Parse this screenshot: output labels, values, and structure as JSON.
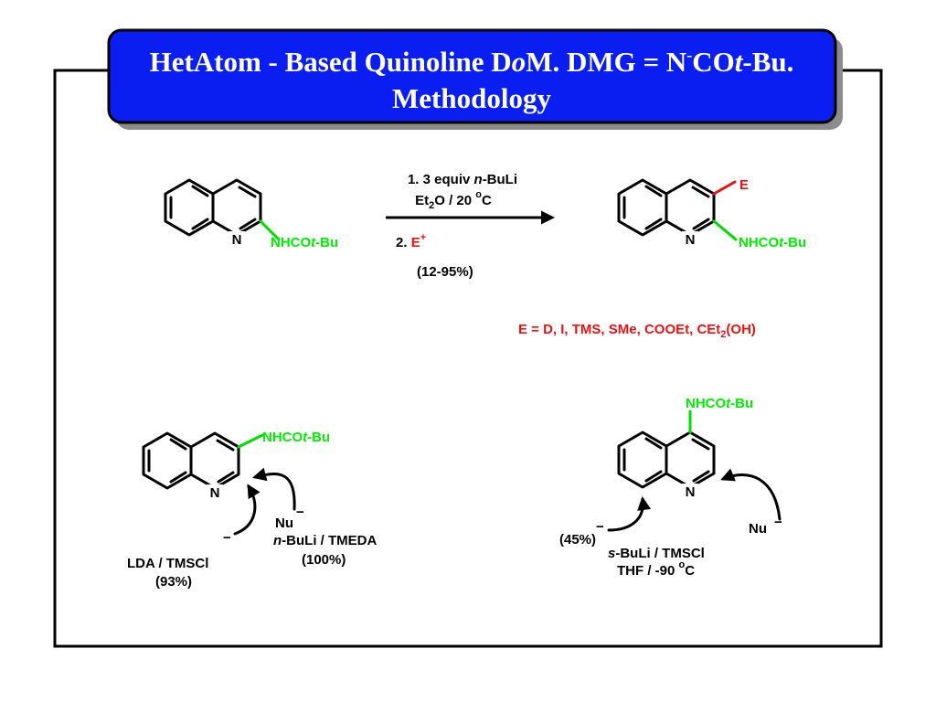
{
  "title": {
    "line1_a": "HetAtom - Based Quinoline D",
    "line1_o": "o",
    "line1_b": "M. DMG = N",
    "line1_sup": "-",
    "line1_c": "CO",
    "line1_t": "t",
    "line1_d": "-Bu.",
    "line2": "Methodology"
  },
  "colors": {
    "banner": "#0b1ef2",
    "accent_green": "#00ee00",
    "accent_red": "#ee1111"
  },
  "reaction": {
    "sm_n": "N",
    "sm_sub_a": "NHCO",
    "sm_sub_t": "t",
    "sm_sub_b": "-Bu",
    "step1_a": "1. 3 equiv ",
    "step1_n": "n",
    "step1_b": "-BuLi",
    "cond_a": "Et",
    "cond_sub": "2",
    "cond_b": "O / 20 ",
    "cond_sup": "o",
    "cond_c": "C",
    "step2_a": "2. ",
    "step2_e": "E",
    "step2_sup": "+",
    "yield": "(12-95%)",
    "prod_n": "N",
    "prod_e": "E",
    "prod_sub_a": "NHCO",
    "prod_sub_t": "t",
    "prod_sub_b": "-Bu",
    "electrophiles_a": "E = D, I, TMS, SMe, COOEt, CEt",
    "electrophiles_sub": "2",
    "electrophiles_b": "(OH)"
  },
  "left_scheme": {
    "n": "N",
    "sub_a": "NHCO",
    "sub_t": "t",
    "sub_b": "-Bu",
    "nu": "Nu",
    "nu_charge": "−",
    "minus": "−",
    "reagent1_n": "n",
    "reagent1": "-BuLi / TMEDA",
    "yield1": "(100%)",
    "reagent2": "LDA / TMSCl",
    "yield2": "(93%)"
  },
  "right_scheme": {
    "n": "N",
    "sub_a": "NHCO",
    "sub_t": "t",
    "sub_b": "-Bu",
    "nu": "Nu",
    "nu_charge": "−",
    "yield": "(45%)",
    "minus": "−",
    "reagent_s": "s",
    "reagent": "-BuLi / TMSCl",
    "cond_a": "THF / -90 ",
    "cond_sup": "o",
    "cond_b": "C"
  }
}
